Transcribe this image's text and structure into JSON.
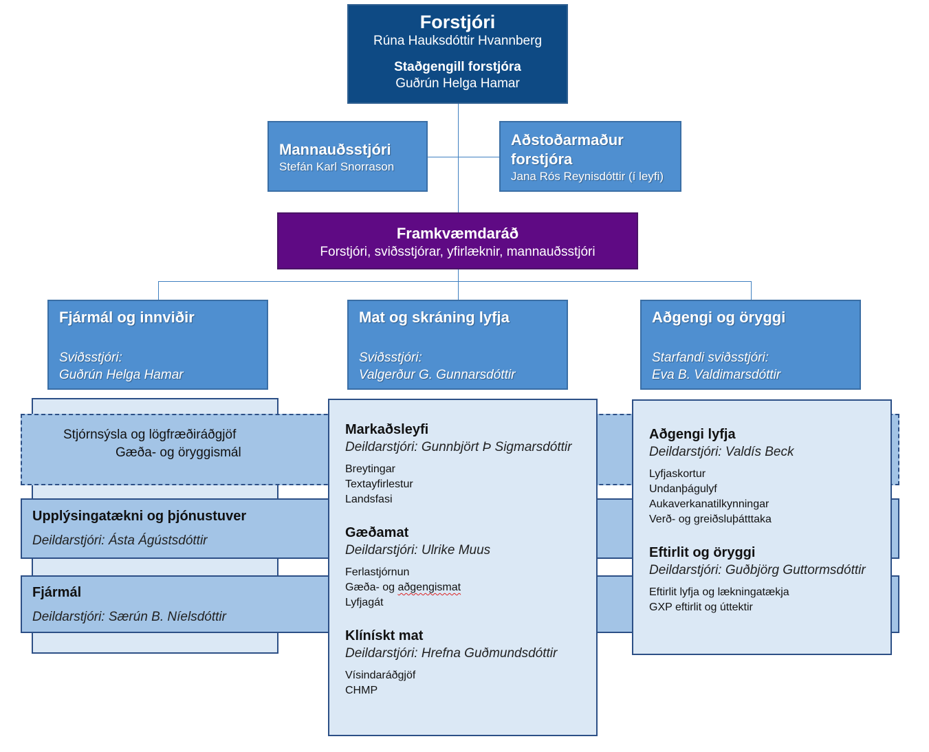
{
  "director": {
    "title": "Forstjóri",
    "name": "Rúna Hauksdóttir Hvannberg",
    "deputy_title": "Staðgengill forstjóra",
    "deputy_name": "Guðrún Helga Hamar"
  },
  "hr": {
    "title": "Mannauðsstjóri",
    "name": "Stefán Karl Snorrason"
  },
  "assistant": {
    "title_line1": "Aðstoðarmaður",
    "title_line2": "forstjóra",
    "name": "Jana Rós Reynisdóttir (í leyfi)"
  },
  "council": {
    "title": "Framkvæmdaráð",
    "members": "Forstjóri, sviðsstjórar, yfirlæknir, mannauðsstjóri"
  },
  "divisions": [
    {
      "title": "Fjármál og innviðir",
      "role": "Sviðsstjóri:",
      "name": "Guðrún Helga Hamar"
    },
    {
      "title": "Mat og skráning lyfja",
      "role": "Sviðsstjóri:",
      "name": "Valgerður G. Gunnarsdóttir"
    },
    {
      "title": "Aðgengi og öryggi",
      "role": "Starfandi sviðsstjóri:",
      "name": "Eva B. Valdimarsdóttir"
    }
  ],
  "left_units": {
    "admin_line1": "Stjórnsýsla og lögfræðiráðgjöf",
    "admin_line2": "Gæða- og öryggismál",
    "it": {
      "title": "Upplýsingatækni og þjónustuver",
      "head": "Deildarstjóri: Ásta Ágústsdóttir"
    },
    "finance": {
      "title": "Fjármál",
      "head": "Deildarstjóri: Særún B. Níelsdóttir"
    }
  },
  "center_units": [
    {
      "title": "Markaðsleyfi",
      "head": "Deildarstjóri: Gunnbjört Þ Sigmarsdóttir",
      "items": [
        "Breytingar",
        "Textayfirlestur",
        "Landsfasi"
      ]
    },
    {
      "title": "Gæðamat",
      "head": "Deildarstjóri: Ulrike Muus",
      "items": [
        "Ferlastjórnun",
        "Gæða- og ",
        "aðgengismat",
        "Lyfjagát"
      ]
    },
    {
      "title": "Klínískt mat",
      "head": "Deildarstjóri: Hrefna Guðmundsdóttir",
      "items": [
        "Vísindaráðgjöf",
        "CHMP"
      ]
    }
  ],
  "right_units": [
    {
      "title": "Aðgengi lyfja",
      "head": "Deildarstjóri: Valdís Beck",
      "items": [
        "Lyfjaskortur",
        "Undanþágulyf",
        "Aukaverkanatilkynningar",
        "Verð- og greiðsluþátttaka"
      ]
    },
    {
      "title": "Eftirlit og öryggi",
      "head": "Deildarstjóri: Guðbjörg Guttormsdóttir",
      "items": [
        "Eftirlit lyfja og lækningatækja",
        "GXP eftirlit og úttektir"
      ]
    }
  ],
  "colors": {
    "director": "#0e4a84",
    "mid": "#4f8fd0",
    "council": "#5f0a84",
    "band": "#a3c4e6",
    "panel": "#dbe8f5",
    "border": "#2c4f86"
  }
}
